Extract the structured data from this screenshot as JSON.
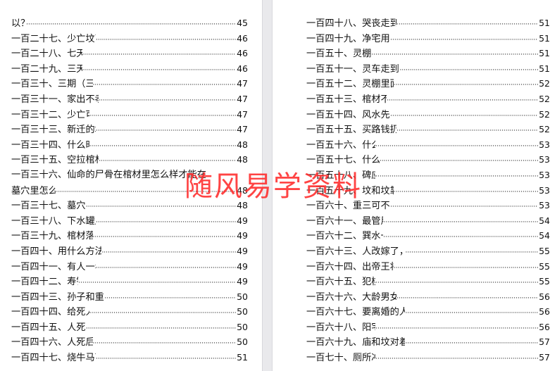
{
  "watermark": "随风易学资料",
  "left_page": [
    {
      "title": "以？",
      "page": "45"
    },
    {
      "title": "一百二十七、少亡坟离祖坟多远为好？",
      "page": "46"
    },
    {
      "title": "一百二十八、七天怎么烧纸？",
      "page": "46"
    },
    {
      "title": "一百二十九、三天怎么烧纸？",
      "page": "46"
    },
    {
      "title": "一百三十、三期（三七）怎么烧纸？",
      "page": "47"
    },
    {
      "title": "一百三十一、家出不孝子的又一破解法？",
      "page": "47"
    },
    {
      "title": "一百三十二、少亡可否进坟茔地？",
      "page": "47"
    },
    {
      "title": "一百三十三、新迁的坟无人顶脚咋办？",
      "page": "47"
    },
    {
      "title": "一百三十四、什么时间杀扣为好？",
      "page": "48"
    },
    {
      "title": "一百三十五、空拉棺材去火化厂怎么破？",
      "page": "48"
    },
    {
      "title": "一百三十六、仙命的尸骨在棺材里怎么样才能在",
      "page": ""
    },
    {
      "title": "墓穴里怎么放？",
      "page": "48"
    },
    {
      "title": "一百三十七、墓穴大小怎么订？",
      "page": "48"
    },
    {
      "title": "一百三十八、下水罐用什么样的为好？",
      "page": "49"
    },
    {
      "title": "一百三十九、棺材落土以多深为宜？",
      "page": "49"
    },
    {
      "title": "一百四十、用什么方法可以叫丧家平安呢？",
      "page": "49"
    },
    {
      "title": "一百四十一、有人一年扛两次幡好否？",
      "page": "49"
    },
    {
      "title": "一百四十二、寿钉怎么钉？",
      "page": "49"
    },
    {
      "title": "一百四十三、孙子和重孙子的孝带有何区别？",
      "page": "50"
    },
    {
      "title": "一百四十四、给死人指路指几次？",
      "page": "50"
    },
    {
      "title": "一百四十五、人死后上几次庙？",
      "page": "50"
    },
    {
      "title": "一百四十六、人死后不拖魂行不行？",
      "page": "50"
    },
    {
      "title": "一百四十七、烧牛马可不可以披衣服？",
      "page": "51"
    }
  ],
  "right_page": [
    {
      "title": "一百四十八、哭丧走到半路就停了咋办？",
      "page": "51"
    },
    {
      "title": "一百四十九、净宅用的饭碗咋处理？",
      "page": "51"
    },
    {
      "title": "一百五十、灵棚怎么搭？",
      "page": "51"
    },
    {
      "title": "一百五十一、灵车走到半路停下了怎么办？",
      "page": "51"
    },
    {
      "title": "一百五十二、灵棚里面的尸身怎么放？",
      "page": "52"
    },
    {
      "title": "一百五十三、棺材不严实管啥的？",
      "page": "52"
    },
    {
      "title": "一百五十四、风水先生怎样护屯子？",
      "page": "52"
    },
    {
      "title": "一百五十五、买路钱扔到什么地方为止？",
      "page": "52"
    },
    {
      "title": "一百五十六、什么是烂地？",
      "page": "53"
    },
    {
      "title": "一百五十七、什么地叫成地？",
      "page": "53"
    },
    {
      "title": "一百五十八、碑应该咋立？",
      "page": "53"
    },
    {
      "title": "一百五十九、坟和坟靠的太近怎么办？",
      "page": "53"
    },
    {
      "title": "一百六十、重三可不可以埋在一起？",
      "page": "53"
    },
    {
      "title": "一百六十一、最管用的净宅法？",
      "page": "54"
    },
    {
      "title": "一百六十二、巽水一勺能救贫？",
      "page": "54"
    },
    {
      "title": "一百六十三、人改嫁了，死后又回来合葬行否？",
      "page": "55"
    },
    {
      "title": "一百六十四、出帝王将相的坟地葬法？",
      "page": "55"
    },
    {
      "title": "一百六十五、犯桃花破法？",
      "page": "55"
    },
    {
      "title": "一百六十六、大龄男女定不上婚破解法？",
      "page": "56"
    },
    {
      "title": "一百六十七、要离婚的人，怎样阻止其不离婚？",
      "page": "56"
    },
    {
      "title": "一百六十八、阳宅旺财法？",
      "page": "56"
    },
    {
      "title": "一百六十九、庙和坟对着工厂或住家的破解法？",
      "page": "57"
    },
    {
      "title": "一百七十、厕所冲门咋破？",
      "page": "57"
    }
  ]
}
